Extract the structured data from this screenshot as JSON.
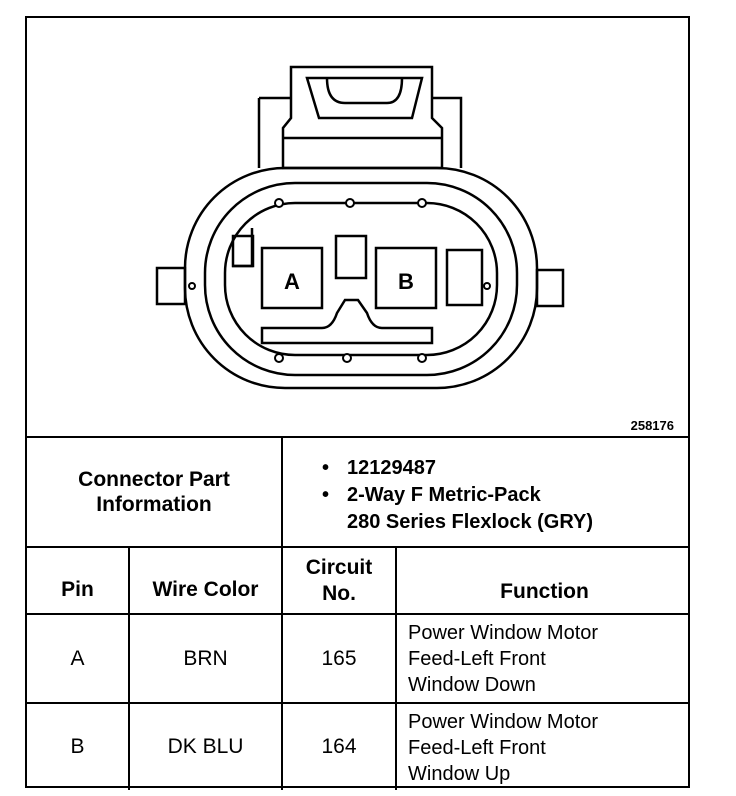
{
  "figure_number": "258176",
  "connector": {
    "cavity_a": "A",
    "cavity_b": "B"
  },
  "part_info": {
    "label_line1": "Connector Part",
    "label_line2": "Information",
    "part_number": "12129487",
    "desc_line1": "2-Way F Metric-Pack",
    "desc_line2": "280 Series Flexlock (GRY)"
  },
  "table": {
    "headers": {
      "pin": "Pin",
      "wire_color": "Wire Color",
      "circuit_line1": "Circuit",
      "circuit_line2": "No.",
      "function": "Function"
    },
    "rows": [
      {
        "pin": "A",
        "wire_color": "BRN",
        "circuit": "165",
        "function_lines": [
          "Power Window Motor",
          "Feed-Left Front",
          "Window Down"
        ]
      },
      {
        "pin": "B",
        "wire_color": "DK BLU",
        "circuit": "164",
        "function_lines": [
          "Power Window Motor",
          "Feed-Left Front",
          "Window Up"
        ]
      }
    ]
  }
}
